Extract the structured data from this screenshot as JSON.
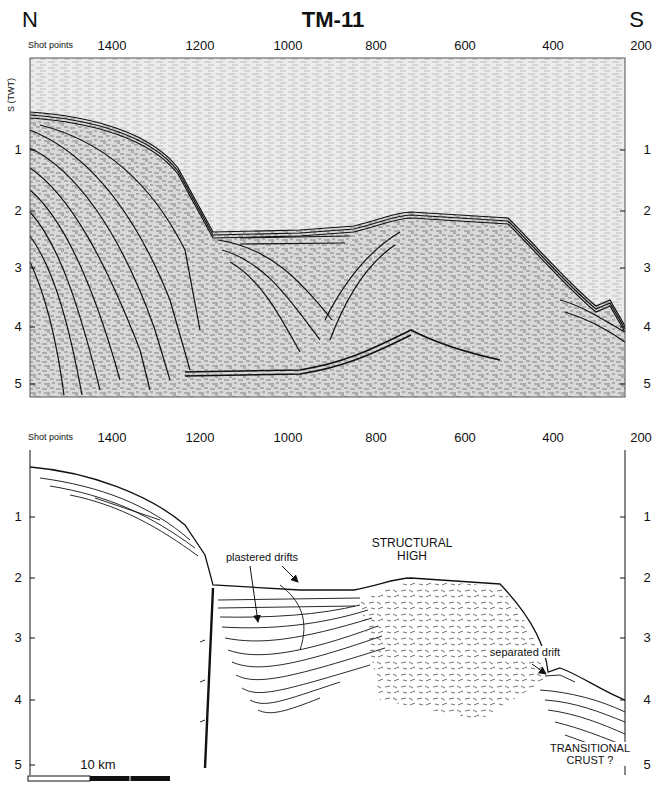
{
  "diagram": {
    "title": "TM-11",
    "labels": [
      "N",
      "S",
      "Shot points",
      "1400",
      "1200",
      "1000",
      "800",
      "600",
      "400",
      "200",
      "S (TWT)",
      "1",
      "2",
      "3",
      "4",
      "5",
      "1",
      "2",
      "3",
      "4",
      "5",
      "Shot points",
      "1400",
      "1200",
      "1000",
      "800",
      "600",
      "400",
      "200",
      "1",
      "2",
      "3",
      "4",
      "5",
      "1",
      "2",
      "3",
      "4",
      "5",
      "plastered drifts",
      "STRUCTURAL HIGH",
      "separated drift",
      "TRANSITIONAL CRUST ?",
      "10 km"
    ]
  }
}
